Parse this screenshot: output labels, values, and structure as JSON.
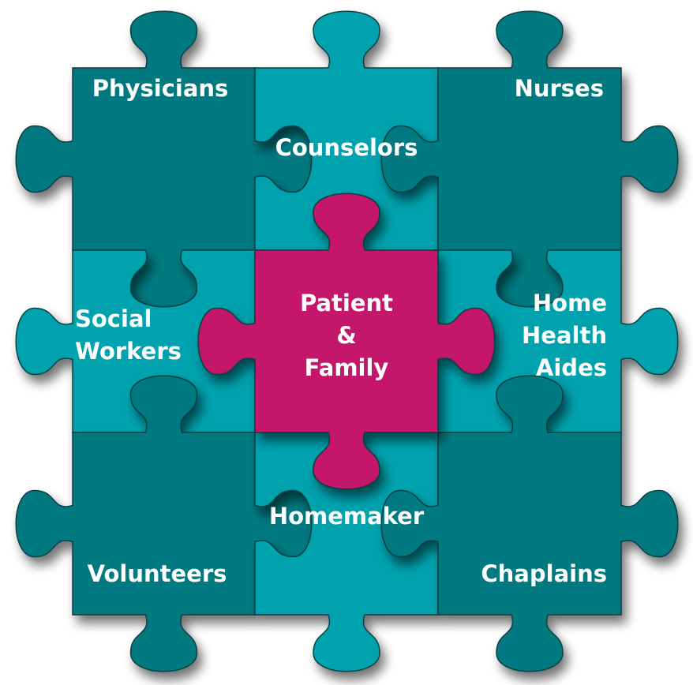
{
  "diagram": {
    "pieces": [
      {
        "id": "physicians",
        "lines": [
          "Physicians"
        ],
        "color": "#067A80",
        "anchor": "middle"
      },
      {
        "id": "counselors",
        "lines": [
          "Counselors"
        ],
        "color": "#02A2AE",
        "anchor": "middle"
      },
      {
        "id": "nurses",
        "lines": [
          "Nurses"
        ],
        "color": "#067A80",
        "anchor": "end"
      },
      {
        "id": "social-workers",
        "lines": [
          "Social",
          "Workers"
        ],
        "color": "#02A2AE",
        "anchor": "start"
      },
      {
        "id": "patient-family",
        "lines": [
          "Patient",
          "&",
          "Family"
        ],
        "color": "#C4126A",
        "anchor": "middle"
      },
      {
        "id": "home-health-aides",
        "lines": [
          "Home",
          "Health",
          "Aides"
        ],
        "color": "#02A2AE",
        "anchor": "end"
      },
      {
        "id": "volunteers",
        "lines": [
          "Volunteers"
        ],
        "color": "#067A80",
        "anchor": "middle"
      },
      {
        "id": "homemaker",
        "lines": [
          "Homemaker"
        ],
        "color": "#02A2AE",
        "anchor": "middle"
      },
      {
        "id": "chaplains",
        "lines": [
          "Chaplains"
        ],
        "color": "#067A80",
        "anchor": "end"
      }
    ],
    "colors": {
      "dark_teal": "#067A80",
      "light_teal": "#02A2AE",
      "magenta": "#C4126A",
      "outline": "#0B3F42"
    }
  }
}
